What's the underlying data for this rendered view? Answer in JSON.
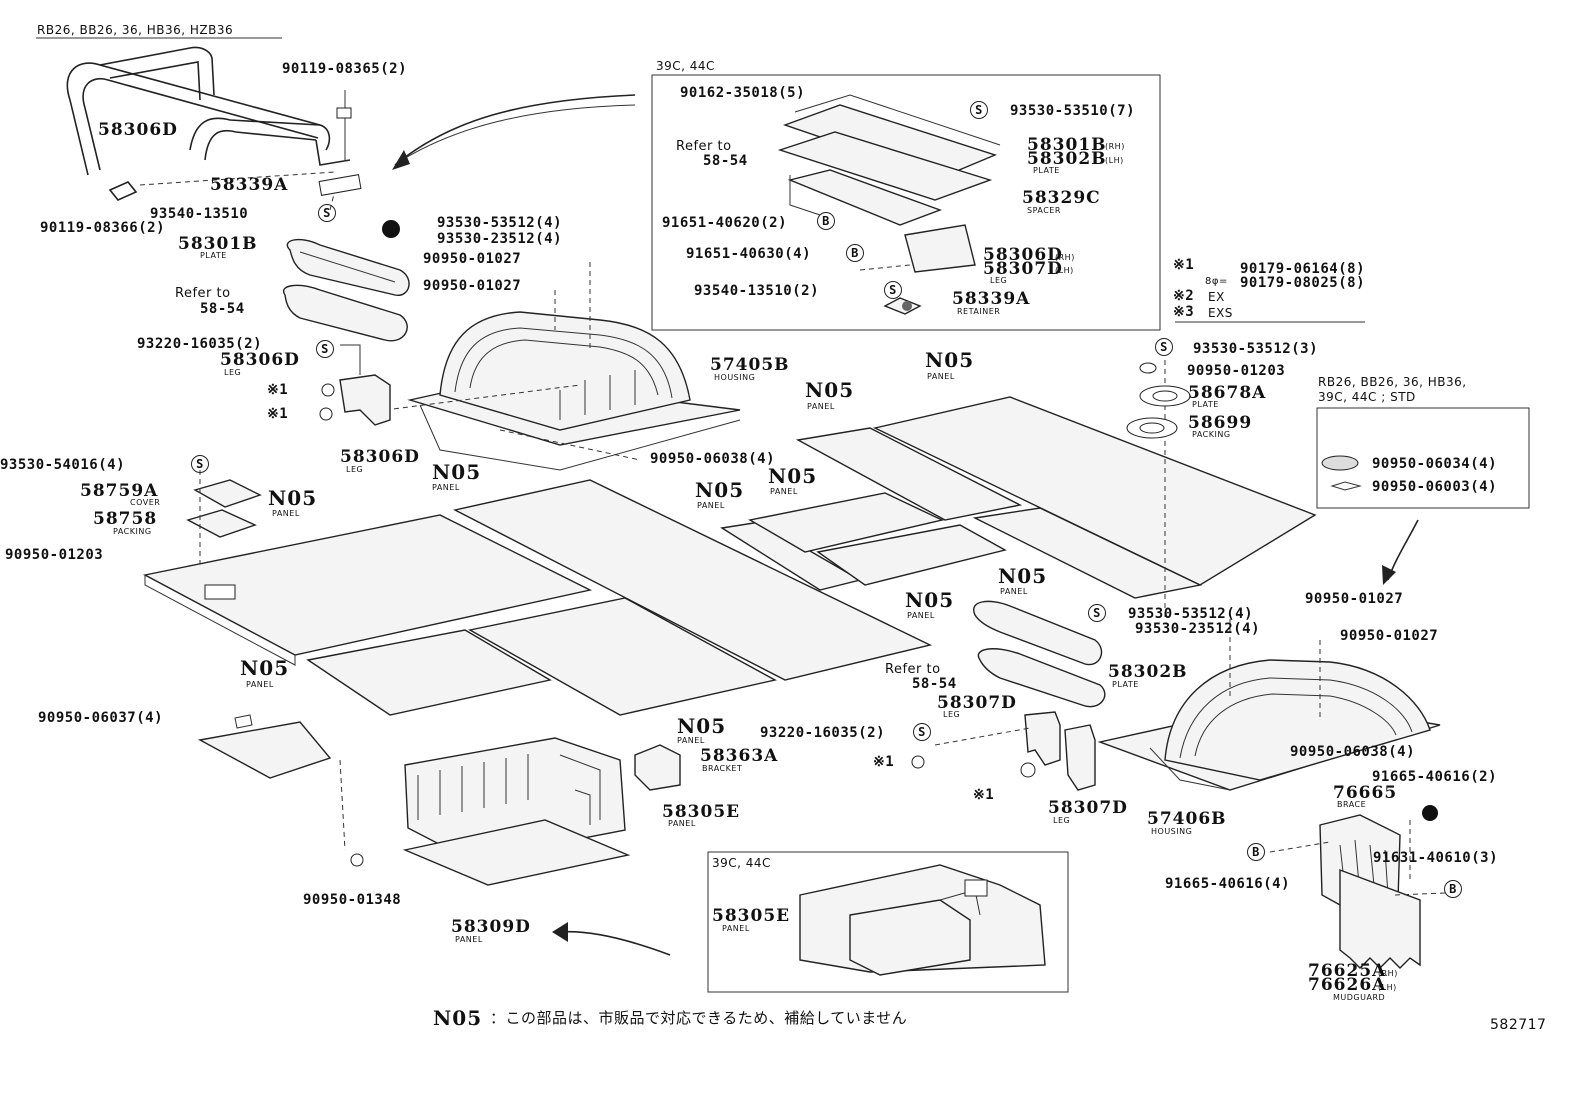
{
  "headers": {
    "top_left": "RB26, BB26, 36, HB36, HZB36",
    "box1": "39C, 44C",
    "box2_a": "RB26, BB26, 36, HB36,",
    "box2_b": "39C, 44C ; STD",
    "box3": "39C, 44C"
  },
  "legend": {
    "n1_mark": "※1",
    "n1_a": "90179-06164(8)",
    "n1_b_prefix": "8φ=",
    "n1_b": "90179-08025(8)",
    "n2_mark": "※2",
    "n2": "EX",
    "n3_mark": "※3",
    "n3": "EXS"
  },
  "parts": {
    "p58306D_top": "58306D",
    "p90119_08365": "90119-08365(2)",
    "p58339A": "58339A",
    "p93540_13510": "93540-13510",
    "p90119_08366": "90119-08366(2)",
    "p93530_53512_a": "93530-53512(4)",
    "p93530_23512_a": "93530-23512(4)",
    "p58301B": "58301B",
    "p90950_01027_a": "90950-01027",
    "p90950_01027_b": "90950-01027",
    "refer_a1": "Refer to",
    "refer_a2": "58-54",
    "p93220_16035_a": "93220-16035(2)",
    "p58306D_a": "58306D",
    "p58306D_b": "58306D",
    "p57405B": "57405B",
    "p90950_06038_a": "90950-06038(4)",
    "p93530_54016": "93530-54016(4)",
    "p58759A": "58759A",
    "p58758": "58758",
    "p90950_01203_a": "90950-01203",
    "b1_90162": "90162-35018(5)",
    "b1_93530": "93530-53510(7)",
    "b1_refer1": "Refer to",
    "b1_refer2": "58-54",
    "b1_58301B": "58301B",
    "b1_58302B": "58302B",
    "b1_58329C": "58329C",
    "b1_91651_40620": "91651-40620(2)",
    "b1_91651_40630": "91651-40630(4)",
    "b1_58306D": "58306D",
    "b1_58307D": "58307D",
    "b1_93540": "93540-13510(2)",
    "b1_58339A": "58339A",
    "rh": "(RH)",
    "lh": "(LH)",
    "p93530_53512_b": "93530-53512(3)",
    "p90950_01203_b": "90950-01203",
    "p58678A": "58678A",
    "p58699": "58699",
    "b2_90950_06034": "90950-06034(4)",
    "b2_90950_06003": "90950-06003(4)",
    "p90950_01027_c": "90950-01027",
    "p93530_53512_c": "93530-53512(4)",
    "p93530_23512_c": "93530-23512(4)",
    "p90950_01027_d": "90950-01027",
    "refer_b1": "Refer to",
    "refer_b2": "58-54",
    "p58302B": "58302B",
    "p58307D_a": "58307D",
    "p93220_16035_b": "93220-16035(2)",
    "p58307D_b": "58307D",
    "p57406B": "57406B",
    "p90950_06038_b": "90950-06038(4)",
    "p91665_40616_a": "91665-40616(2)",
    "p76665": "76665",
    "p91631_40610": "91631-40610(3)",
    "p91665_40616_b": "91665-40616(4)",
    "p76625A": "76625A",
    "p76626A": "76626A",
    "p90950_06037": "90950-06037(4)",
    "p58363A": "58363A",
    "p58305E": "58305E",
    "p90950_01348": "90950-01348",
    "p58309D": "58309D",
    "b3_58305E": "58305E",
    "n05": "N05",
    "mark1": "※1"
  },
  "subs": {
    "plate": "PLATE",
    "leg": "LEG",
    "housing": "HOUSING",
    "cover": "COVER",
    "packing": "PACKING",
    "panel": "PANEL",
    "spacer": "SPACER",
    "retainer": "RETAINER",
    "bracket": "BRACKET",
    "brace": "BRACE",
    "mudguard": "MUDGUARD"
  },
  "symbols": {
    "s": "S",
    "b": "B"
  },
  "footer": {
    "n05": "N05",
    "note": "：この部品は、市販品で対応できるため、補給していません",
    "diagram_no": "582717"
  }
}
